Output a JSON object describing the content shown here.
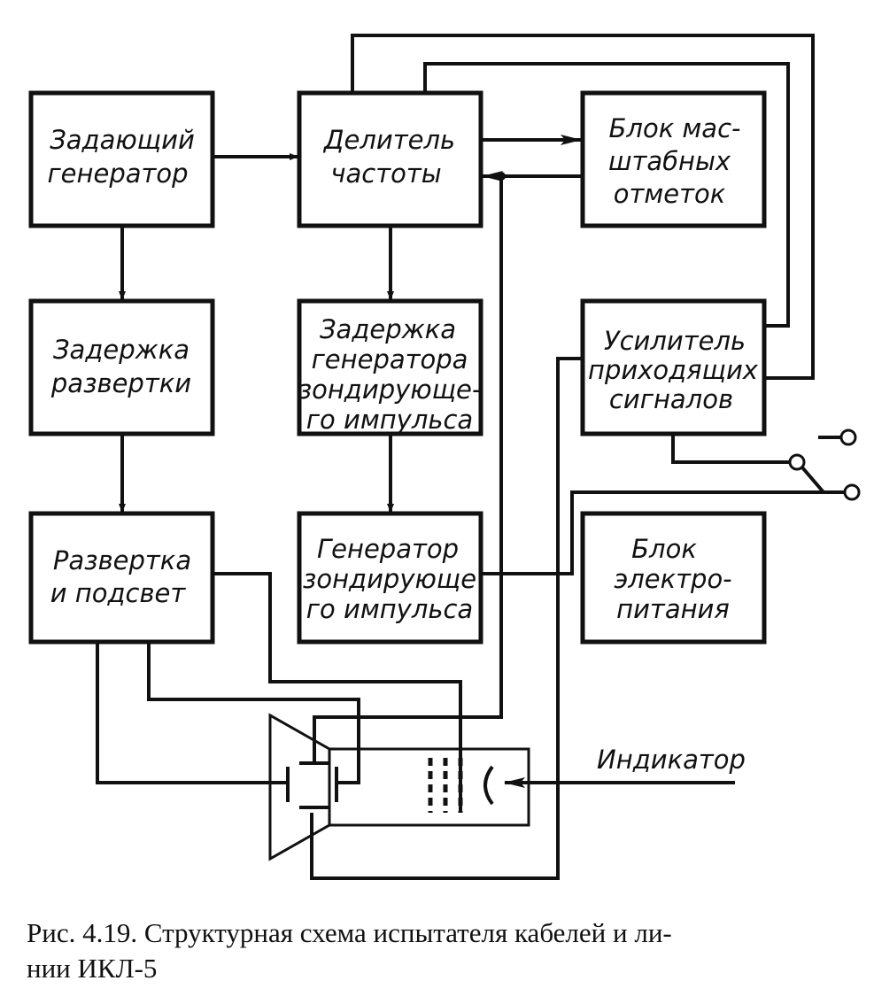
{
  "blocks": {
    "master_generator": [
      "Задающий",
      "генератор"
    ],
    "frequency_divider": [
      "Делитель",
      "частоты"
    ],
    "scale_marks": [
      "Блок мас-",
      "штабных",
      "отметок"
    ],
    "sweep_delay": [
      "Задержка",
      "развертки"
    ],
    "probe_delay": [
      "Задержка",
      "генератора",
      "зондирующе-",
      "го импульса"
    ],
    "signal_amplifier": [
      "Усилитель",
      "приходящих",
      "сигналов"
    ],
    "sweep_highlight": [
      "Развертка",
      "и подсвет"
    ],
    "probe_generator": [
      "Генератор",
      "зондирующе",
      "го импульса"
    ],
    "power_supply": [
      "Блок",
      "электро-",
      "питания"
    ]
  },
  "indicator_label": "Индикатор",
  "caption": {
    "line1": "Рис. 4.19. Структурная схема испытателя кабелей и ли-",
    "line2": "нии ИКЛ-5"
  }
}
